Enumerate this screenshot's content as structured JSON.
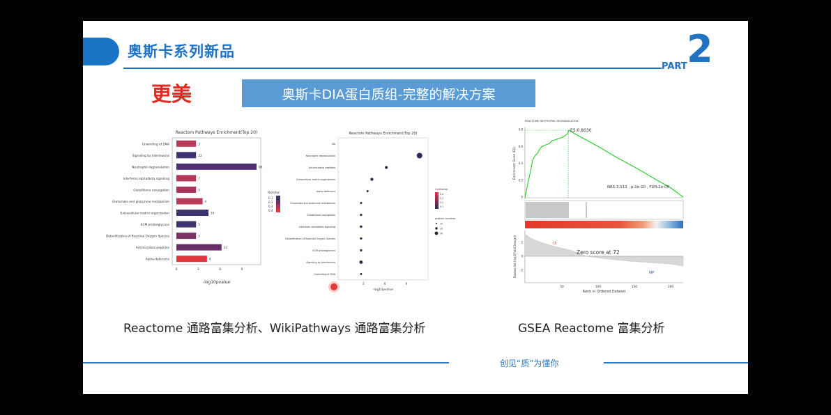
{
  "slide": {
    "header_title": "奥斯卡系列新品",
    "part_label": "PART",
    "part_number": "2",
    "highlight": "更美",
    "banner": "奥斯卡DIA蛋白质组-完整的解决方案",
    "caption_left": "Reactome 通路富集分析、WikiPathways 通路富集分析",
    "caption_right": "GSEA Reactome 富集分析",
    "footer_slogan": "创见“质”为懂你"
  },
  "bar_chart": {
    "type": "bar",
    "title": "Reactom Pathways Enrichment(Top 20)",
    "xlabel": "-log10pvalue",
    "legend_title": "RichFac",
    "legend_values": [
      "0.1",
      "0.2",
      "0.3",
      "0.4"
    ],
    "xticks": [
      "0",
      "3",
      "6",
      "9"
    ],
    "xlim": [
      0,
      11
    ],
    "categories": [
      "Unwinding of DNA",
      "Signaling by Interleukins",
      "Neutrophil degranulation",
      "Interferon alpha/beta signaling",
      "Glutathione conjugation",
      "Glutamate and glutamine metabolism",
      "Extracellular matrix organization",
      "ECM proteoglycans",
      "Detoxification of Reactive Oxygen Species",
      "Antimicrobial peptides",
      "Alpha-defensins"
    ],
    "values": [
      2.7,
      2.7,
      11,
      2.7,
      2.7,
      3.6,
      4.4,
      2.7,
      2.7,
      6.2,
      4.2
    ],
    "labels": [
      "3",
      "22",
      "96",
      "7",
      "5",
      "4",
      "16",
      "5",
      "5",
      "13",
      "4"
    ],
    "colors": [
      "#b83b58",
      "#3b3470",
      "#4e2f74",
      "#b33856",
      "#a8365b",
      "#b83b58",
      "#3b3470",
      "#3b3470",
      "#7a3362",
      "#6a2f6a",
      "#e0373f"
    ]
  },
  "dot_chart": {
    "type": "scatter",
    "title": "Reactom Pathways Enrichment(Top 20)",
    "xlabel": "-log10pvalue",
    "legend_title": "richFactor",
    "legend_values": [
      "0.4",
      "0.3",
      "0.2",
      "0.1"
    ],
    "size_legend_title": "protein number",
    "size_legend_values": [
      "10",
      "20",
      "30"
    ],
    "xticks": [
      "3",
      "6",
      "9"
    ],
    "categories": [
      "NA",
      "Neutrophil degranulation",
      "Antimicrobial peptides",
      "Extracellular matrix organization",
      "Alpha-defensins",
      "Glutamate and glutamine metabolism",
      "Glutathione conjugation",
      "Interferon alpha/beta signaling",
      "Detoxification of Reactive Oxygen Species",
      "ECM proteoglycans",
      "Signaling by Interleukins",
      "Unwinding of DNA"
    ],
    "x": [
      null,
      10.8,
      6.2,
      4.2,
      3.6,
      2.7,
      2.7,
      2.7,
      2.7,
      2.7,
      2.7,
      2.7
    ],
    "size": [
      null,
      96,
      13,
      16,
      4,
      4,
      5,
      7,
      5,
      5,
      22,
      3
    ]
  },
  "gsea": {
    "title": "REACTOME NEUTROPHIL DEGRANULATION",
    "es_label": "ES:0.8030",
    "stats": "NES:3.113 , p:1e-10 , FDR:2e-09",
    "ylabel_top": "Enrichment Score (ES)",
    "yticks_top": [
      "0.8",
      "0.6",
      "0.4",
      "0.2",
      "0"
    ],
    "ylabel_bottom": "Ranked list (log2(FoldChange))",
    "yticks_bottom": [
      "2",
      "0",
      "-2"
    ],
    "zero_label": "Zero score at 72",
    "pos_label": "I3",
    "neg_label": "NP",
    "xlabel": "Rank in Ordered Dataset",
    "xticks": [
      "50",
      "100",
      "150",
      "200"
    ]
  },
  "colors": {
    "brand_blue": "#1f72c4",
    "banner": "#5b9bd5",
    "highlight_red": "#e02a23",
    "gsea_green": "#22cc22"
  }
}
